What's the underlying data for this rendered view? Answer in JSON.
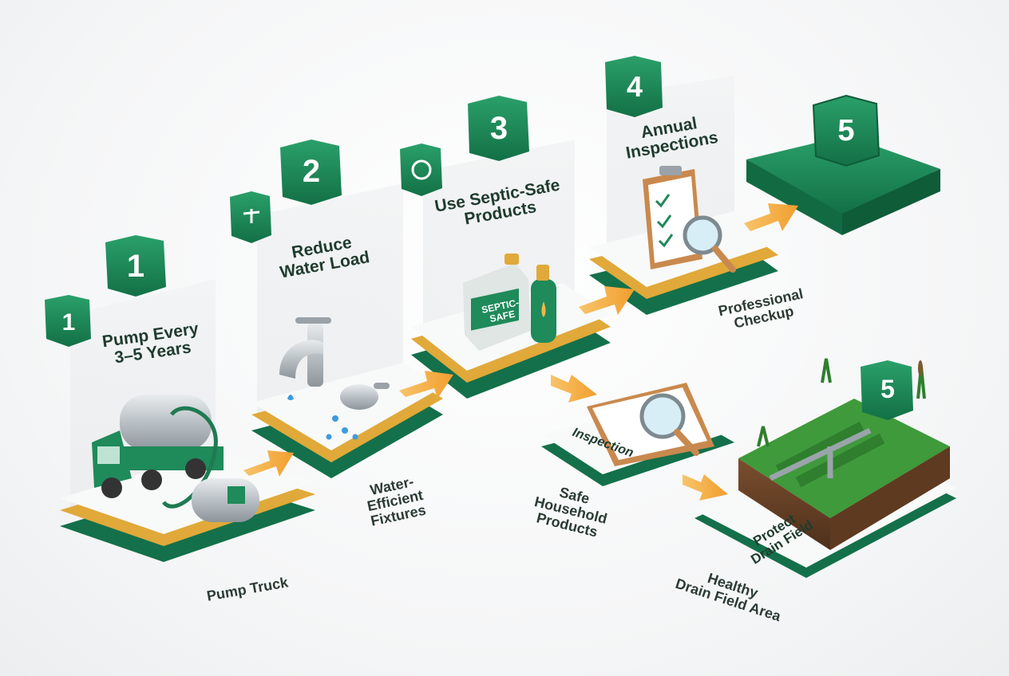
{
  "steps": [
    {
      "number": "1",
      "title": "Pump Every\n3–5 Years",
      "caption": "Pump Truck"
    },
    {
      "number": "2",
      "title": "Reduce\nWater Load",
      "caption": "Water-\nEfficient\nFixtures"
    },
    {
      "number": "3",
      "title": "Use Septic-Safe\nProducts",
      "caption": "Safe\nHousehold\nProducts"
    },
    {
      "number": "4",
      "title": "Annual\nInspections",
      "caption": "Professional\nCheckup"
    },
    {
      "number": "5",
      "title": "Protect\nDrain Field",
      "caption": "Healthy\nDrain Field Area"
    }
  ],
  "extra_badges": {
    "step1_small": "1",
    "top_right": "5"
  },
  "jug_label": "SEPTIC-\nSAFE",
  "inspection_label": "Inspection",
  "colors": {
    "green": "#1f8a5a",
    "green_dark": "#156b44",
    "gold": "#e0a93a",
    "arrow": "#f5b54a",
    "card": "#f7f8f8"
  }
}
